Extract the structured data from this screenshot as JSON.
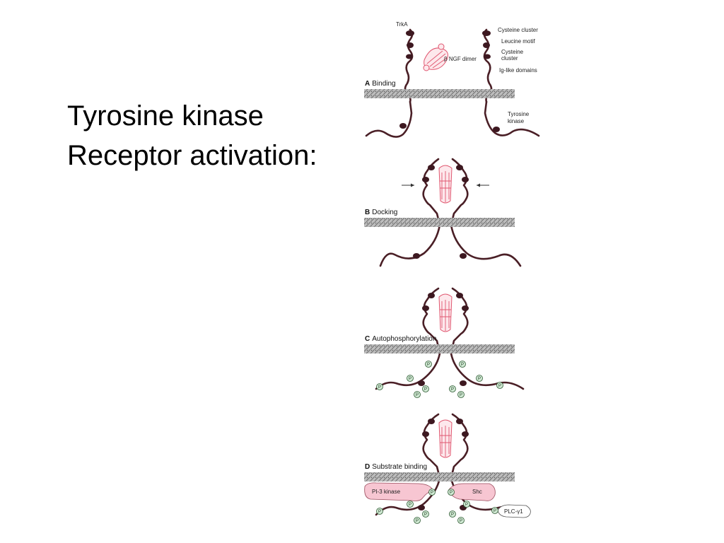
{
  "title": {
    "line1": "Tyrosine kinase",
    "line2": "Receptor activation:"
  },
  "panels": [
    {
      "letter": "A",
      "label": "Binding"
    },
    {
      "letter": "B",
      "label": "Docking"
    },
    {
      "letter": "C",
      "label": "Autophosphorylation"
    },
    {
      "letter": "D",
      "label": "Substrate binding"
    }
  ],
  "annotations": {
    "trka": "TrkA",
    "cysteine_cluster_top": "Cysteine cluster",
    "leucine_motif": "Leucine motif",
    "cysteine_cluster_2a": "Cysteine",
    "cysteine_cluster_2b": "cluster",
    "ig_like": "Ig-like domains",
    "ngf_dimer": "β NGF dimer",
    "tyrosine_kinase_a": "Tyrosine",
    "tyrosine_kinase_b": "kinase"
  },
  "phospho_label": "P",
  "substrates": {
    "pi3": "PI-3 kinase",
    "shc": "Shc",
    "plc": "PLC-γ1"
  },
  "colors": {
    "receptor": "#4a1f26",
    "ngf": "#e0566f",
    "membrane": "#9a9a9a",
    "phosphate": "#cfe8d2",
    "substrate": "#f7c6d2"
  }
}
